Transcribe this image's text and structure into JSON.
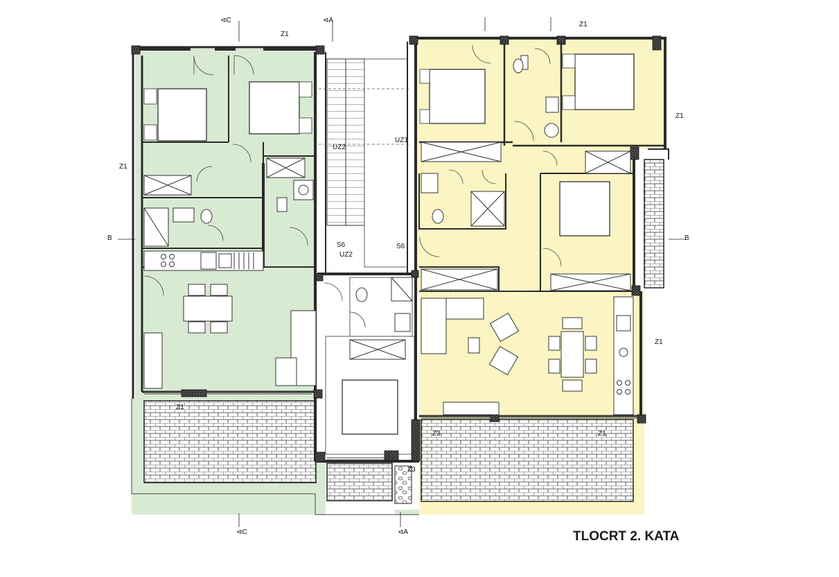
{
  "title": "TLOCRT 2. KATA",
  "colors": {
    "apartment_left": "#d9ead3",
    "apartment_right": "#fbf5c4",
    "wall": "#2a2a2a",
    "background": "#ffffff"
  },
  "section_markers": {
    "c": "C",
    "a": "A",
    "b": "B"
  },
  "zone_tags": {
    "z1": "Z1",
    "z3": "Z3",
    "uz1": "UZ1",
    "uz2": "UZ2",
    "s6": "S6"
  }
}
